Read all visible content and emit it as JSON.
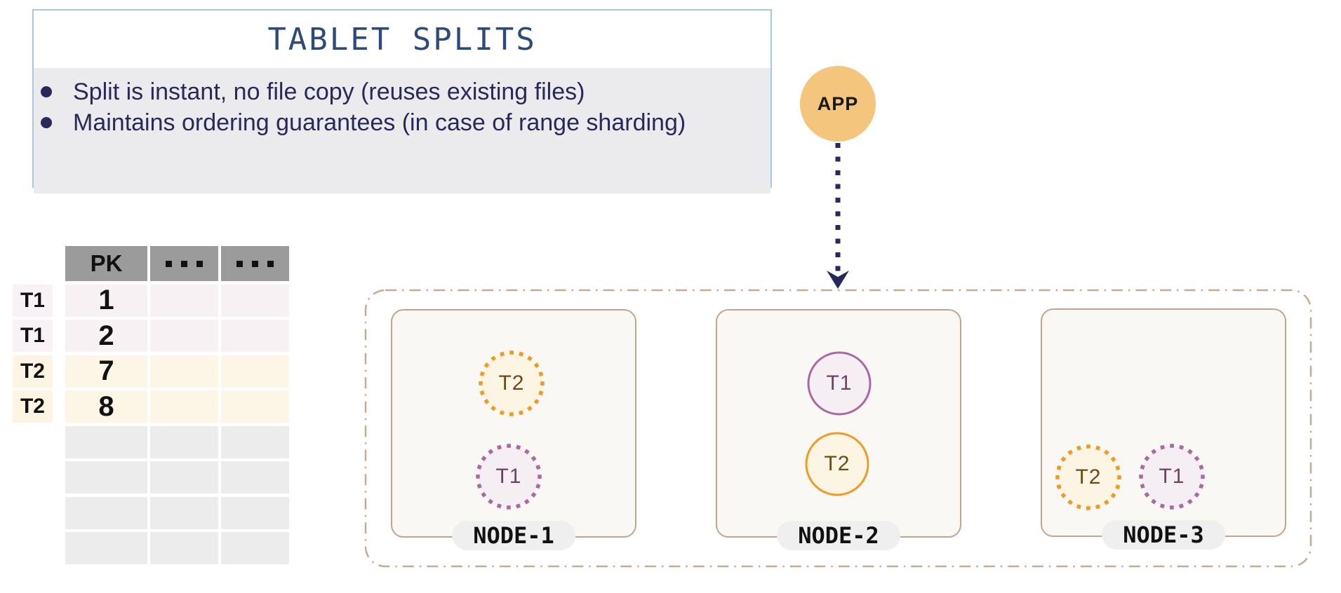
{
  "info_panel": {
    "title": "TABLET SPLITS",
    "bullets": [
      "Split is instant, no file copy (reuses existing files)",
      "Maintains ordering guarantees (in case of range sharding)"
    ]
  },
  "app": {
    "label": "APP"
  },
  "table": {
    "headers": [
      "PK",
      "...",
      "..."
    ],
    "rows": [
      {
        "tablet": "T1",
        "pk": "1"
      },
      {
        "tablet": "T1",
        "pk": "2"
      },
      {
        "tablet": "T2",
        "pk": "7"
      },
      {
        "tablet": "T2",
        "pk": "8"
      }
    ],
    "empty_row_count": 4
  },
  "cluster": {
    "nodes": [
      {
        "label": "NODE-1",
        "tablets": [
          {
            "label": "T2",
            "style": "dotted",
            "color": "orange"
          },
          {
            "label": "T1",
            "style": "dotted",
            "color": "purple"
          }
        ]
      },
      {
        "label": "NODE-2",
        "tablets": [
          {
            "label": "T1",
            "style": "solid",
            "color": "purple"
          },
          {
            "label": "T2",
            "style": "solid",
            "color": "orange"
          }
        ]
      },
      {
        "label": "NODE-3",
        "tablets": [
          {
            "label": "T2",
            "style": "dotted",
            "color": "orange"
          },
          {
            "label": "T1",
            "style": "dotted",
            "color": "purple"
          }
        ]
      }
    ]
  },
  "colors": {
    "title_navy": "#2c4a7c",
    "bullet_navy": "#28285a",
    "panel_border_blue": "#aac8e6",
    "panel_body_gray": "#ebebee",
    "app_orange": "#f4c57c",
    "header_gray": "#9b9b9b",
    "t1_fill": "#f5eef3",
    "t2_fill": "#fdf5e3",
    "t1_stroke": "#ac68a0",
    "t2_stroke": "#f09a21",
    "cluster_dash_tan": "#c8aa93",
    "node_border_tan": "#c3a58f",
    "empty_row_gray": "#ececec"
  }
}
